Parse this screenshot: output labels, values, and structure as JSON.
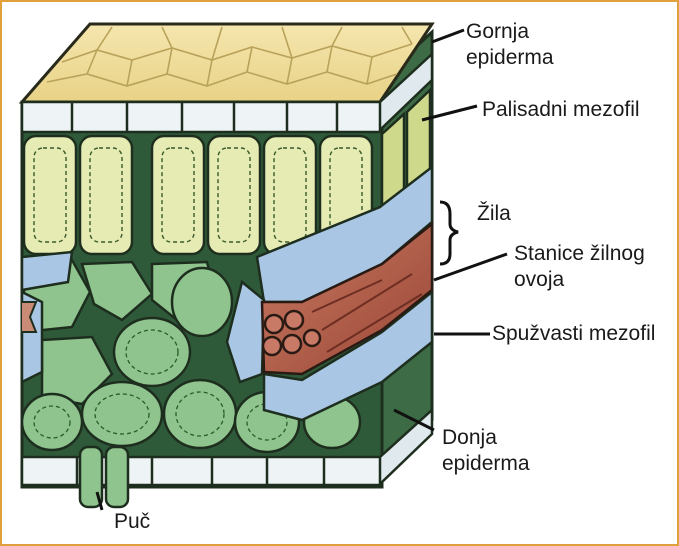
{
  "labels": {
    "upper_epidermis": [
      "Gornja",
      "epiderma"
    ],
    "palisade_mesophyll": "Palisadni mezofil",
    "vein": "Žila",
    "bundle_sheath_cells": [
      "Stanice žilnog",
      "ovoja"
    ],
    "spongy_mesophyll": "Spužvasti mezofil",
    "lower_epidermis": [
      "Donja",
      "epiderma"
    ],
    "stoma": "Puč"
  },
  "colors": {
    "frame": "#e0a03c",
    "epidermis_top": "#f1dd9a",
    "epidermis_cells": "#eef4f6",
    "palisade": "#e6ebb4",
    "spongy": "#8fc48e",
    "bundle_sheath": "#a9c7e4",
    "xylem": "#b8604c",
    "air_space": "#2f5a3a"
  }
}
